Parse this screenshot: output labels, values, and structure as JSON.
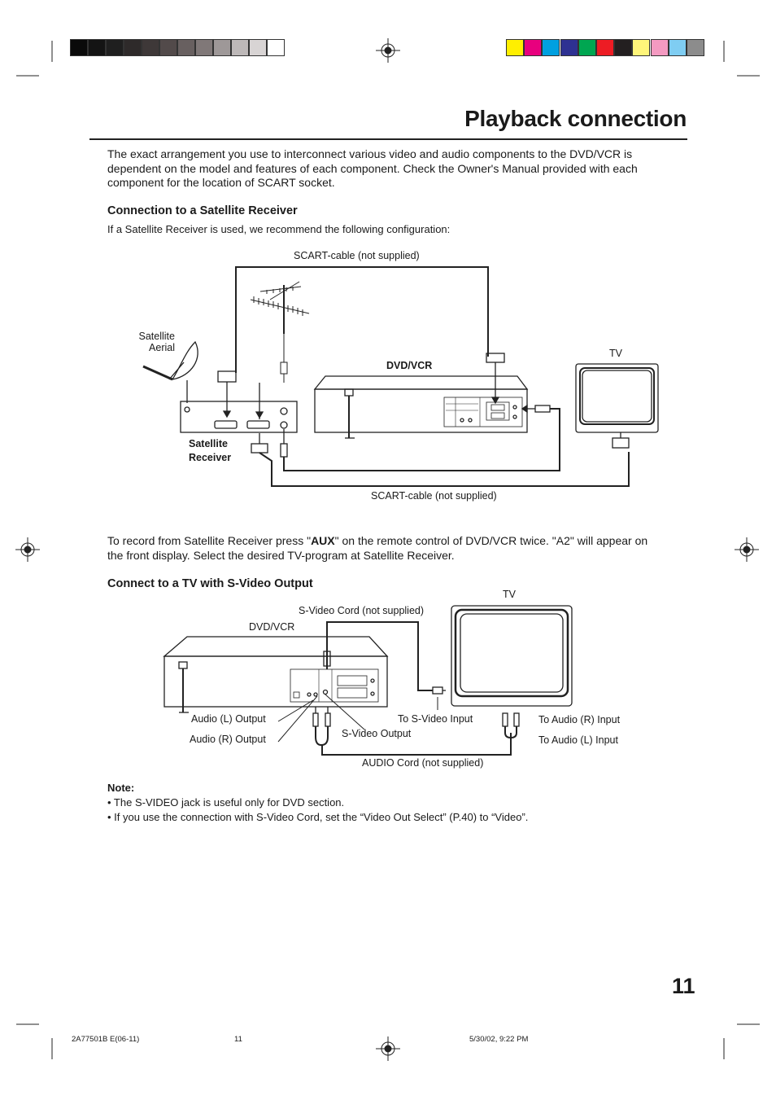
{
  "page": {
    "title": "Playback connection",
    "intro": "The exact arrangement you use to interconnect various video and audio components to the DVD/VCR is dependent on the model and features of each component. Check the Owner's Manual provided with each component for the location of SCART socket.",
    "section1": {
      "heading": "Connection to a Satellite Receiver",
      "text": "If a Satellite Receiver is used, we recommend the following configuration:"
    },
    "diagram1": {
      "scart_top": "SCART-cable (not supplied)",
      "satellite_aerial_line1": "Satellite",
      "satellite_aerial_line2": "Aerial",
      "dvdvcr": "DVD/VCR",
      "tv": "TV",
      "satellite_receiver_line1": "Satellite",
      "satellite_receiver_line2": "Receiver",
      "scart_bottom": "SCART-cable (not supplied)"
    },
    "record_text_pre": "To record from Satellite Receiver press \"",
    "record_text_bold": "AUX",
    "record_text_post": "\" on the remote control of DVD/VCR twice. \"A2\" will appear on the front display. Select the desired TV-program at Satellite Receiver.",
    "section2": {
      "heading": "Connect to a TV with S-Video Output"
    },
    "diagram2": {
      "tv": "TV",
      "svideo_cord": "S-Video Cord (not supplied)",
      "dvdvcr": "DVD/VCR",
      "audio_l_output": "Audio (L) Output",
      "audio_r_output": "Audio (R) Output",
      "svideo_output": "S-Video Output",
      "to_svideo_input": "To S-Video Input",
      "to_audio_r_input": "To Audio (R) Input",
      "to_audio_l_input": "To Audio (L) Input",
      "audio_cord": "AUDIO Cord (not supplied)"
    },
    "note": {
      "label": "Note:",
      "items": [
        "• The S-VIDEO jack is useful only for DVD section.",
        "• If you use the connection with S-Video Cord, set the “Video Out Select” (P.40) to “Video”."
      ]
    },
    "page_number": "11",
    "footer": {
      "code": "2A77501B E(06-11)",
      "page": "11",
      "date": "5/30/02, 9:22 PM"
    }
  },
  "colors": {
    "gray_bar": [
      "#0a0a0a",
      "#141414",
      "#1f1f1f",
      "#2e2a2a",
      "#3e3838",
      "#524a4a",
      "#686060",
      "#807878",
      "#9e9898",
      "#bdb8b8",
      "#d8d4d4",
      "#ffffff"
    ],
    "color_bar": [
      "#ffef00",
      "#e8007e",
      "#00a0e0",
      "#2e3192",
      "#00a651",
      "#ed1c24",
      "#231f20",
      "#fff57a",
      "#f49ac1",
      "#7fcdf2",
      "#8c8c8c"
    ]
  }
}
